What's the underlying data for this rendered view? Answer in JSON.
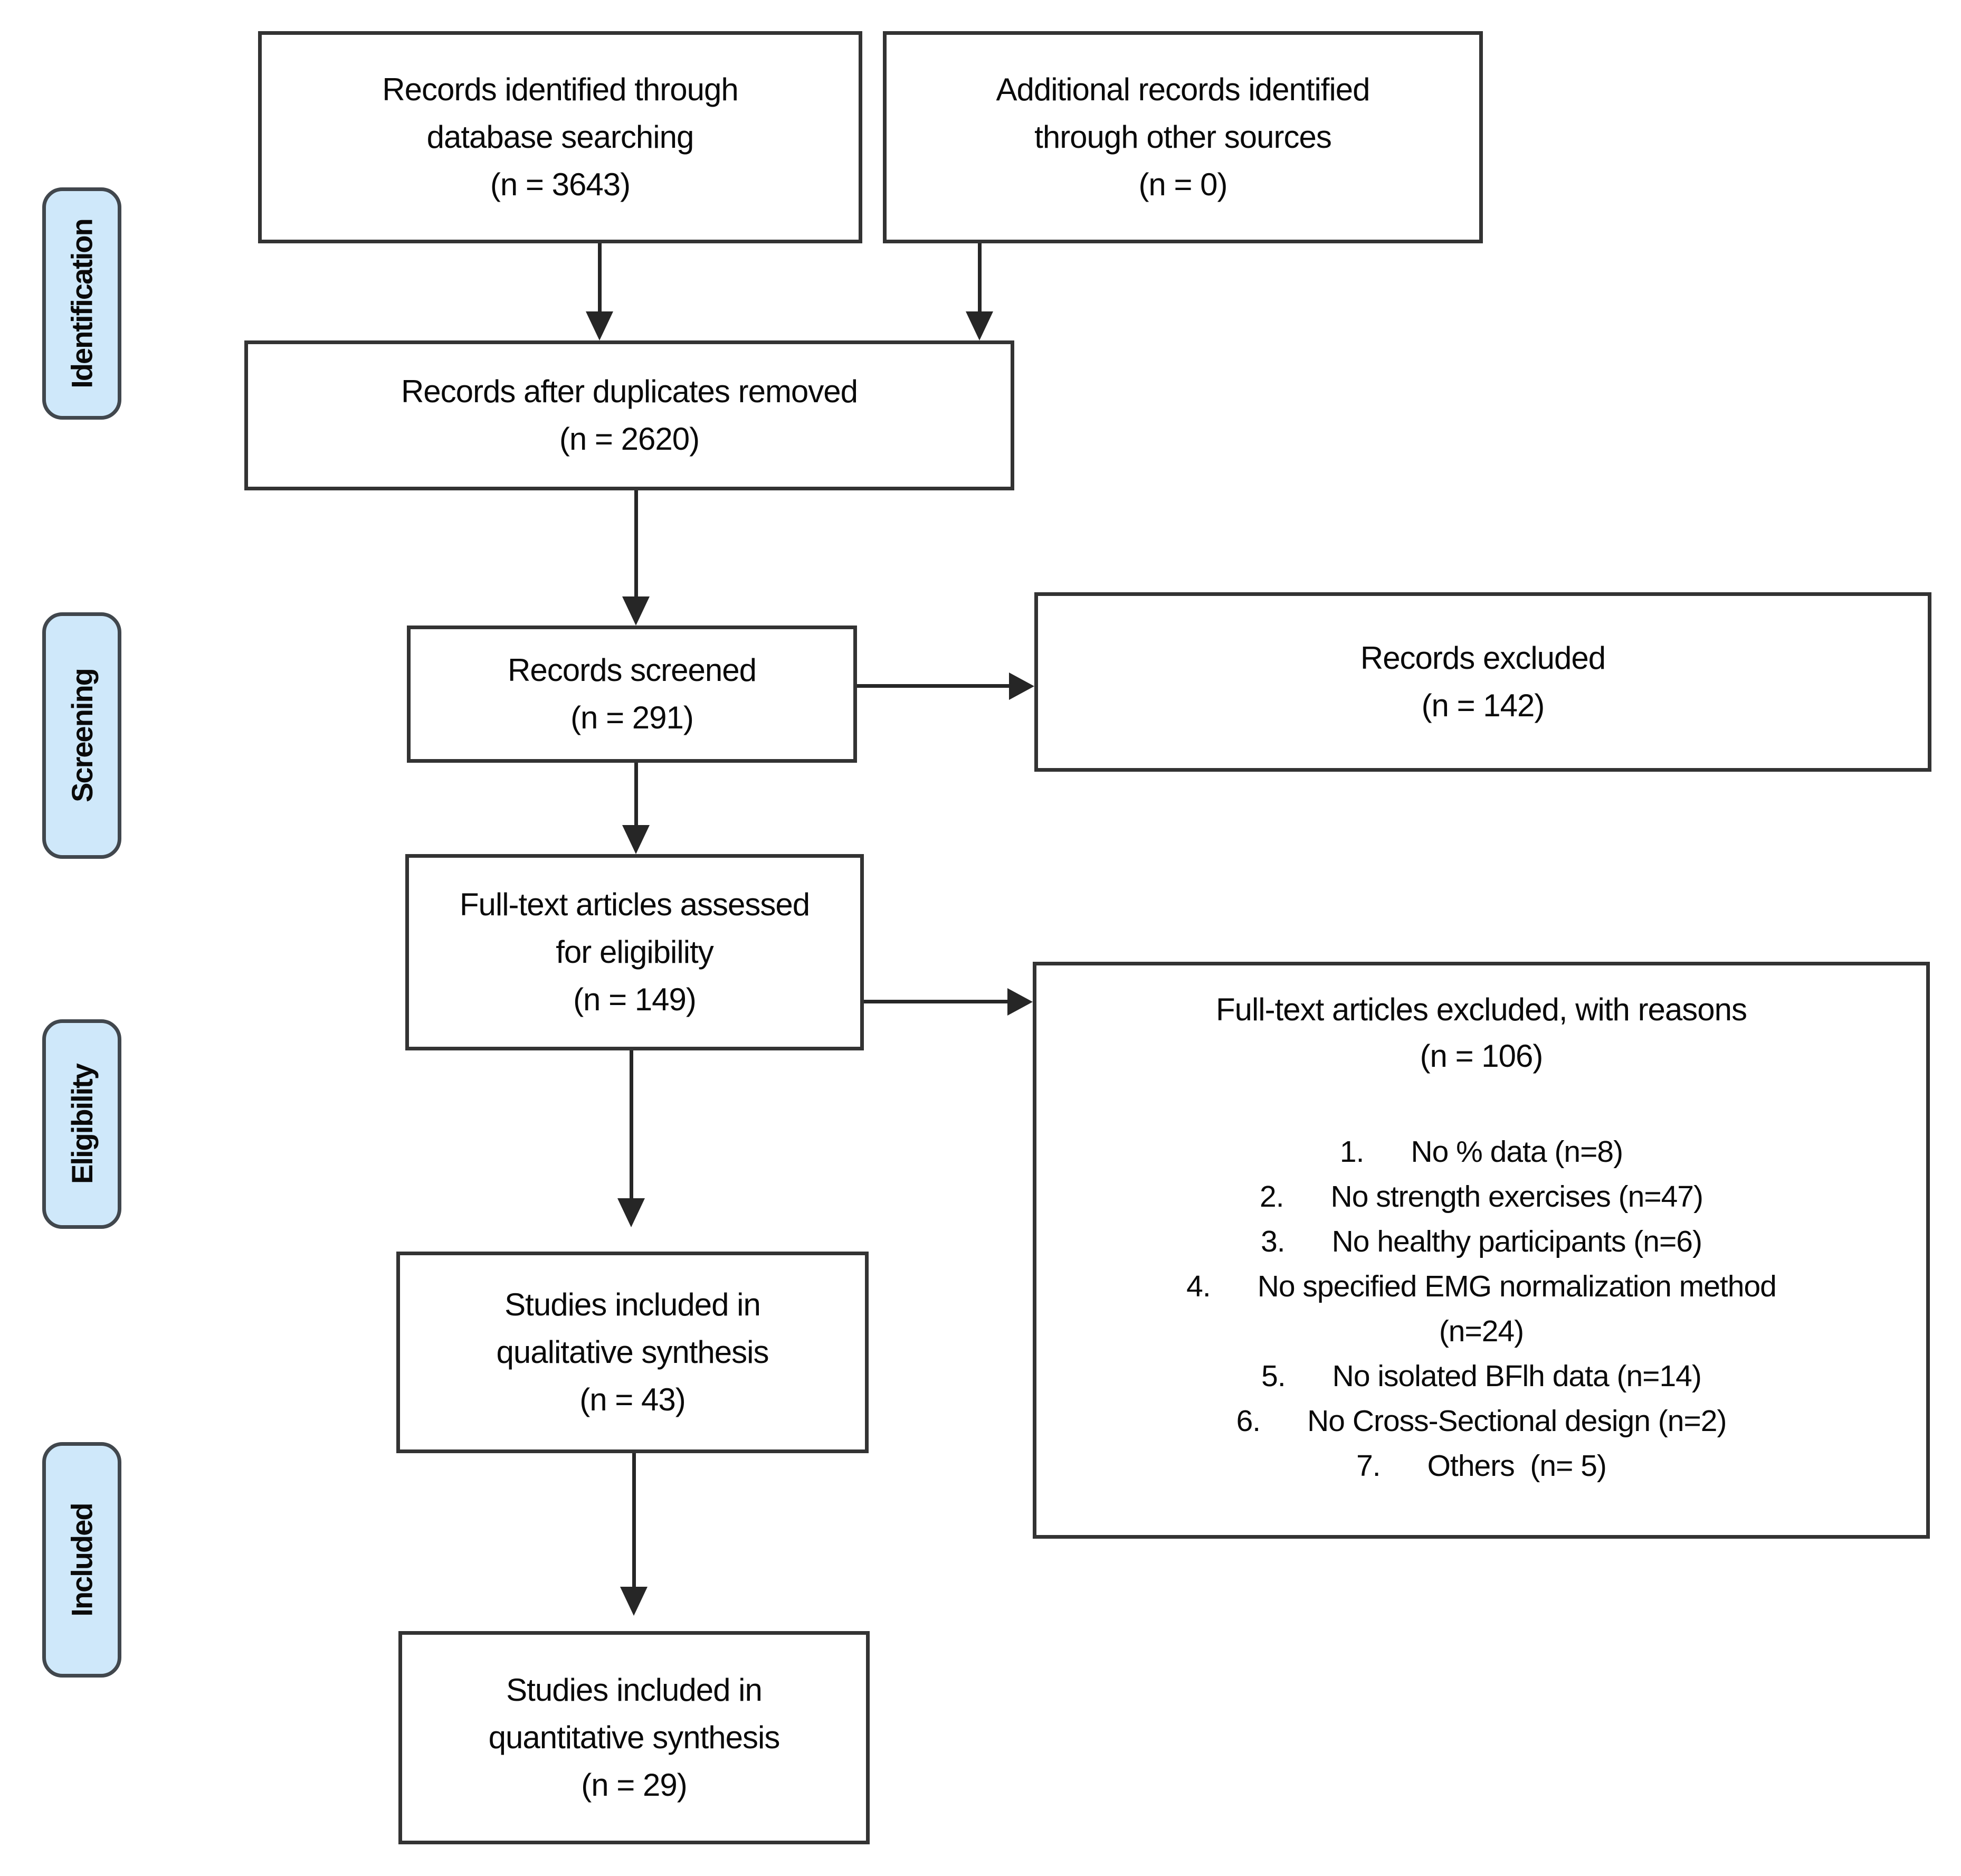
{
  "colors": {
    "stage_fill": "#cfe8fa",
    "stage_border": "#41474d",
    "box_border": "#333333",
    "arrow": "#262626",
    "text": "#0a0a0a"
  },
  "stages": [
    {
      "label": "Identification"
    },
    {
      "label": "Screening"
    },
    {
      "label": "Eligibility"
    },
    {
      "label": "Included"
    }
  ],
  "boxes": {
    "identified": {
      "lines": [
        "Records identified through",
        "database searching",
        "(n = 3643)"
      ]
    },
    "additional_sources": {
      "lines": [
        "Additional records identified",
        "through other sources",
        "(n = 0)"
      ]
    },
    "after_duplicates": {
      "lines": [
        "Records after duplicates removed",
        "(n = 2620)"
      ]
    },
    "screened": {
      "lines": [
        "Records screened",
        "(n = 291)"
      ]
    },
    "records_excluded": {
      "lines": [
        "Records excluded",
        "(n = 142)"
      ]
    },
    "fulltext_assessed": {
      "lines": [
        "Full-text articles assessed",
        "for eligibility",
        "(n = 149)"
      ]
    },
    "fulltext_excluded": {
      "title_lines": [
        "Full-text articles excluded, with reasons",
        "(n = 106)"
      ],
      "reasons": [
        "1.      No % data (n=8)",
        "2.      No strength exercises (n=47)",
        "3.      No healthy participants (n=6)",
        "4.      No specified EMG normalization method",
        "(n=24)",
        "5.      No isolated BFlh data (n=14)",
        "6.      No Cross-Sectional design (n=2)",
        "7.      Others  (n= 5)"
      ]
    },
    "qualitative": {
      "lines": [
        "Studies included in",
        "qualitative synthesis",
        "(n = 43)"
      ]
    },
    "quantitative": {
      "lines": [
        "Studies included in",
        "quantitative synthesis",
        "(n = 29)"
      ]
    }
  }
}
